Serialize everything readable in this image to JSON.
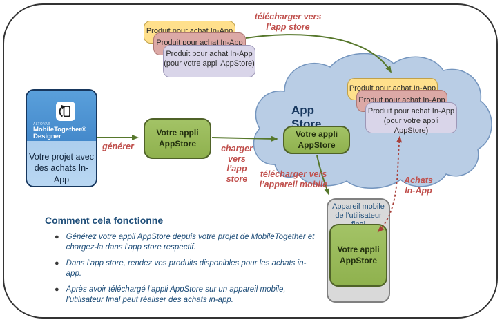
{
  "colors": {
    "product_yellow": "#FFE08C",
    "product_pink": "#DCA9A6",
    "product_purple": "#D9D5E9",
    "app_green": "#8FB14E",
    "cloud_blue": "#B9CDE5",
    "designer_blue": "#4D94D3",
    "device_gray": "#D9D9D9",
    "label_red": "#C0504D",
    "arrow_green": "#56772B",
    "arrow_red_dashed": "#A8403A",
    "text_navy": "#1F4E79"
  },
  "designer_box": {
    "brand_small": "ALTOVA®",
    "brand_name": "MobileTogether®",
    "brand_product": "Designer",
    "label_line1": "Votre projet avec",
    "label_line2": "des achats In-App"
  },
  "top_stack": {
    "items": [
      {
        "label": "Produit pour achat In-App"
      },
      {
        "label": "Produit pour achat In-App"
      },
      {
        "label": "Produit pour achat In-App",
        "sub": "(pour votre appli AppStore)"
      }
    ]
  },
  "cloud": {
    "title": "App Store",
    "app_box": {
      "line1": "Votre appli",
      "line2": "AppStore"
    },
    "stack": [
      {
        "label": "Produit pour achat In-App"
      },
      {
        "label": "Produit pour achat In-App"
      },
      {
        "label": "Produit pour achat In-App",
        "sub": "(pour votre appli AppStore)"
      }
    ]
  },
  "appstore_box": {
    "line1": "Votre appli",
    "line2": "AppStore"
  },
  "device": {
    "title_line1": "Appareil mobile",
    "title_line2": "de l’utilisateur",
    "title_line3": "final",
    "app_line1": "Votre appli",
    "app_line2": "AppStore"
  },
  "arrows": {
    "generate": "générer",
    "upload_line1": "charger",
    "upload_line2": "vers",
    "upload_line3": "l’app store",
    "download_store_line1": "télécharger vers",
    "download_store_line2": "l’app store",
    "download_device_line1": "télécharger vers",
    "download_device_line2": "l’appareil mobile",
    "iap_line1": "Achats",
    "iap_line2": "In-App"
  },
  "how_it_works": {
    "heading": "Comment cela fonctionne",
    "bullets": [
      "Générez votre appli AppStore depuis votre projet de MobileTogether et chargez-la dans l’app store respectif.",
      "Dans l’app store, rendez vos produits disponibles pour les achats in-app.",
      "Après avoir téléchargé l’appli AppStore sur un appareil mobile, l’utilisateur final peut réaliser des achats in-app."
    ]
  }
}
